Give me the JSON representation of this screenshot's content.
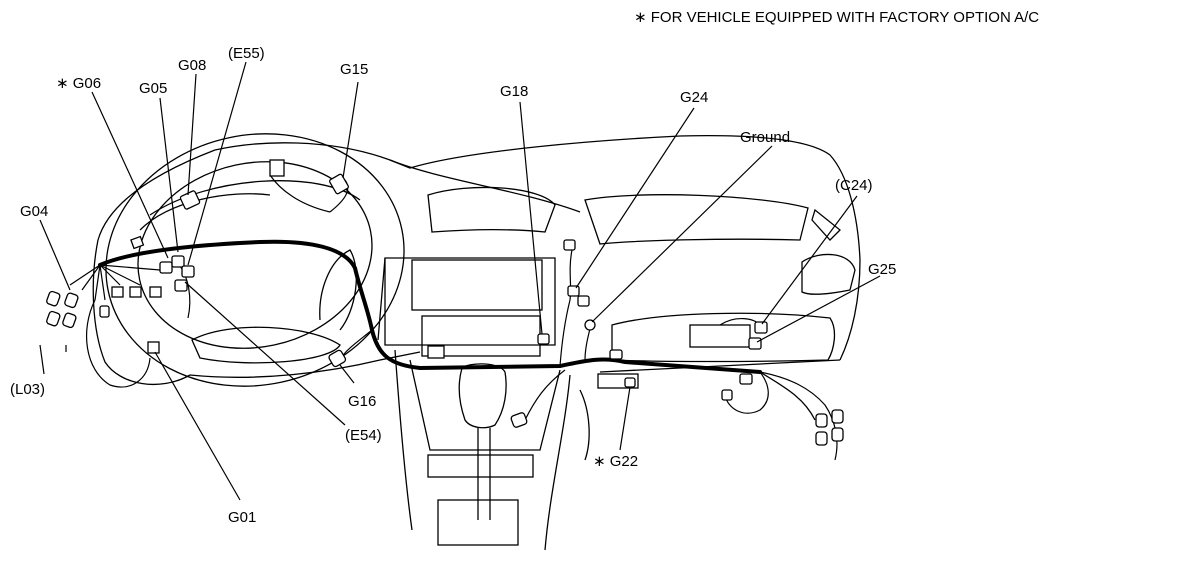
{
  "note": "∗ FOR VEHICLE EQUIPPED WITH FACTORY OPTION A/C",
  "labels": {
    "G06": "∗ G06",
    "G05": "G05",
    "G08": "G08",
    "E55": "(E55)",
    "G15": "G15",
    "G18": "G18",
    "G24": "G24",
    "Ground": "Ground",
    "C24": "(C24)",
    "G25": "G25",
    "G04": "G04",
    "L03": "(L03)",
    "G16": "G16",
    "E54": "(E54)",
    "G22": "∗ G22",
    "G01": "G01"
  }
}
